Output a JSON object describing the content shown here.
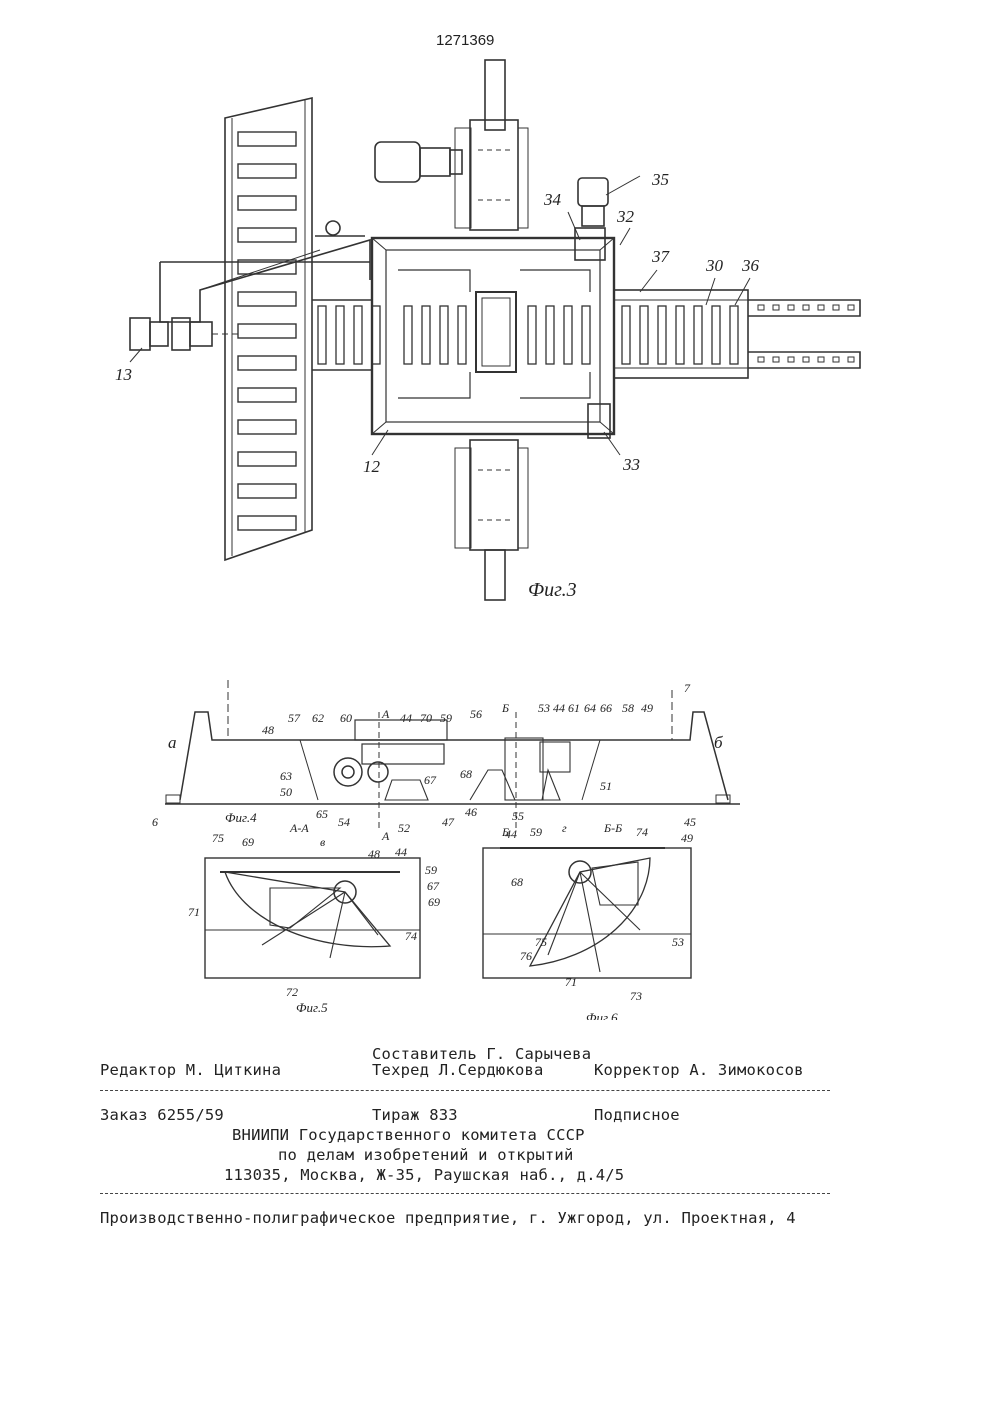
{
  "patent_number": "1271369",
  "figures": {
    "fig3": {
      "caption": "Фиг.3",
      "labels": [
        "35",
        "34",
        "32",
        "37",
        "30",
        "36",
        "13",
        "12",
        "33"
      ]
    },
    "fig4": {
      "caption": "Фиг.4",
      "labels": [
        "7",
        "a",
        "б",
        "6",
        "48",
        "57",
        "62",
        "60",
        "44",
        "70",
        "59",
        "56",
        "53",
        "44",
        "61",
        "64",
        "66",
        "58",
        "49",
        "63",
        "50",
        "65",
        "54",
        "52",
        "67",
        "47",
        "68",
        "46",
        "55",
        "51",
        "45",
        "A",
        "A",
        "Б",
        "Б"
      ]
    },
    "fig5": {
      "caption": "Фиг.5",
      "section": "А-А",
      "arrow": "в",
      "labels": [
        "48",
        "44",
        "75",
        "69",
        "59",
        "67",
        "69",
        "71",
        "74",
        "72"
      ]
    },
    "fig6": {
      "caption": "Фиг.6",
      "section": "Б-Б",
      "arrow": "г",
      "labels": [
        "44",
        "59",
        "74",
        "49",
        "68",
        "75",
        "76",
        "53",
        "71",
        "73"
      ]
    }
  },
  "colophon": {
    "compiler": "Составитель Г. Сарычева",
    "editor": "Редактор М. Циткина",
    "techred": "Техред Л.Сердюкова",
    "corrector": "Корректор А. Зимокосов",
    "order": "Заказ 6255/59",
    "print_run": "Тираж 833",
    "subscription": "Подписное",
    "org_line1": "ВНИИПИ Государственного комитета СССР",
    "org_line2": "по делам изобретений и открытий",
    "org_line3": "113035, Москва, Ж-35, Раушская наб., д.4/5",
    "footer": "Производственно-полиграфическое предприятие, г. Ужгород, ул. Проектная, 4"
  }
}
